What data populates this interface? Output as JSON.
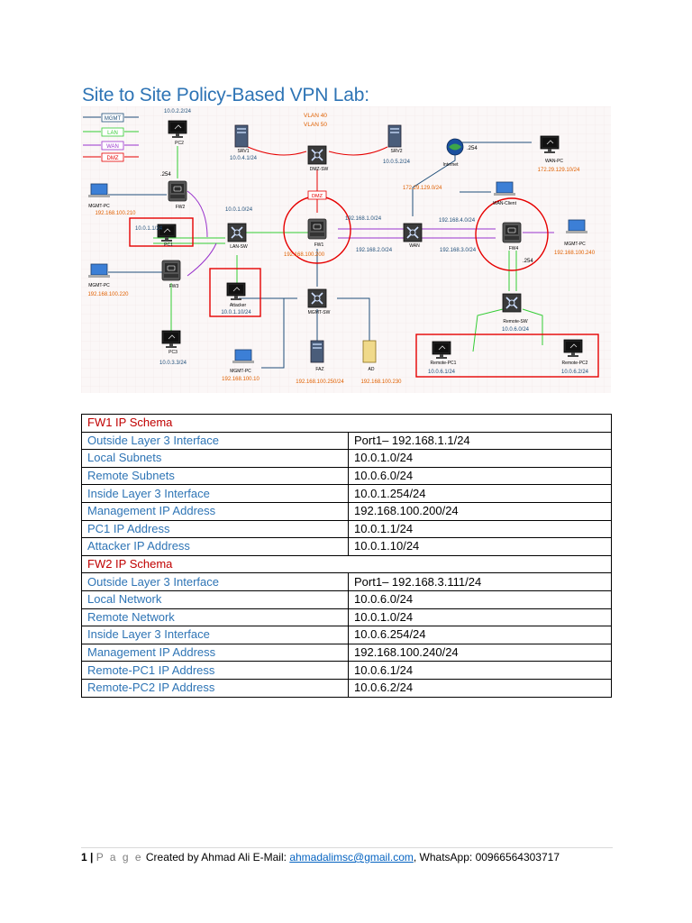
{
  "title": "Site to Site Policy-Based VPN Lab:",
  "diagram": {
    "legend": [
      "MGMT",
      "LAN",
      "WAN",
      "DMZ"
    ],
    "colors": {
      "mgmt": "#1f4e79",
      "lan": "#33cc33",
      "wan": "#9933cc",
      "dmz": "#e60000"
    },
    "labels": {
      "pc2_ip": "10.0.2.2/24",
      "pc2": "PC2",
      "fw2_gw": ".254",
      "fw2": "FW2",
      "fw2_mgmt_ip": "192.168.100.210",
      "mgmt_pc": "MGMT-PC",
      "pc1_ip": "10.0.1.1/24",
      "pc1": "PC1",
      "lan_net": "10.0.1.0/24",
      "lan_sw": "LAN-SW",
      "fw3": "FW3",
      "fw3_mgmt_ip": "192.168.100.220",
      "pc3": "PC3",
      "pc3_ip": "10.0.3.3/24",
      "attacker": "Attacker",
      "attacker_ip": "10.0.1.10/24",
      "srv1": "SRV1",
      "srv1_ip": "10.0.4.1/24",
      "vlan40": "VLAN 40",
      "vlan50": "VLAN 50",
      "dmz_sw": "DMZ-SW",
      "srv2": "SRV2",
      "srv2_ip": "10.0.5.2/24",
      "dmz": "DMZ",
      "fw1": "FW1",
      "fw1_mgmt_ip": "192.168.100.200",
      "mgmt_sw": "MGMT-SW",
      "mgmt_pc_ip": "192.168.100.10",
      "faz": "FAZ",
      "faz_ip": "192.168.100.250/24",
      "ad": "AD",
      "ad_ip": "192.168.100.230",
      "net1": "192.168.1.0/24",
      "net2": "192.168.2.0/24",
      "wan": "WAN",
      "internet": "Internet",
      "inet_ip": "172.29.129.0/24",
      "inet_gw": ".254",
      "wan_pc": "WAN-PC",
      "wan_pc_ip": "172.29.129.10/24",
      "wan_client": "WAN-Client",
      "net4": "192.168.4.0/24",
      "net3": "192.168.3.0/24",
      "fw4": "FW4",
      "fw4_mgmt_ip": "192.168.100.240",
      "fw4_lan_gw": ".254",
      "remote_sw": "Remote-SW",
      "remote_net": "10.0.6.0/24",
      "remote_pc1": "Remote-PC1",
      "remote_pc1_ip": "10.0.6.1/24",
      "remote_pc2": "Remote-PC2",
      "remote_pc2_ip": "10.0.6.2/24"
    }
  },
  "schema": {
    "sections": [
      {
        "heading": "FW1 IP Schema",
        "rows": [
          {
            "label": "Outside Layer 3 Interface",
            "value": "Port1– 192.168.1.1/24"
          },
          {
            "label": "Local Subnets",
            "value": "10.0.1.0/24"
          },
          {
            "label": "Remote Subnets",
            "value": "10.0.6.0/24"
          },
          {
            "label": "Inside Layer 3 Interface",
            "value": "10.0.1.254/24"
          },
          {
            "label": "Management IP Address",
            "value": "192.168.100.200/24"
          },
          {
            "label": "PC1 IP Address",
            "value": "10.0.1.1/24"
          },
          {
            "label": "Attacker IP Address",
            "value": "10.0.1.10/24"
          }
        ]
      },
      {
        "heading": "FW2 IP Schema",
        "rows": [
          {
            "label": "Outside Layer 3 Interface",
            "value": "Port1– 192.168.3.111/24"
          },
          {
            "label": "Local Network",
            "value": "10.0.6.0/24"
          },
          {
            "label": "Remote Network",
            "value": "10.0.1.0/24"
          },
          {
            "label": "Inside Layer 3 Interface",
            "value": "10.0.6.254/24"
          },
          {
            "label": "Management IP Address",
            "value": "192.168.100.240/24"
          },
          {
            "label": "Remote-PC1 IP Address",
            "value": "10.0.6.1/24"
          },
          {
            "label": "Remote-PC2 IP Address",
            "value": "10.0.6.2/24"
          }
        ]
      }
    ]
  },
  "footer": {
    "page_num": "1",
    "sep": "|",
    "page_word": "P a g e",
    "created": "Created by Ahmad Ali E-Mail:",
    "email": "ahmadalimsc@gmail.com",
    "whatsapp": ", WhatsApp: 00966564303717"
  }
}
